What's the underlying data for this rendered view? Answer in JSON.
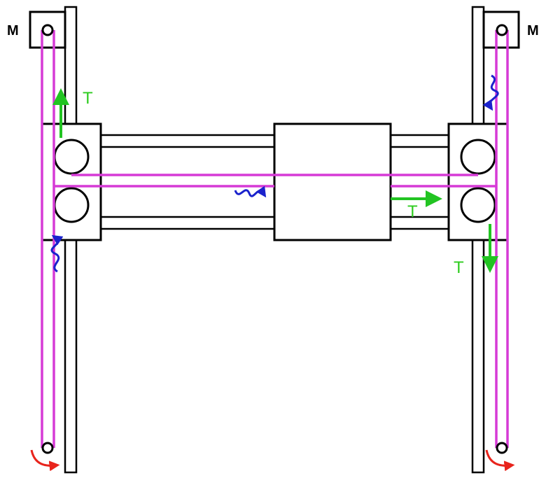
{
  "labels": {
    "motor_left": "M",
    "motor_right": "M",
    "tension_left": "T",
    "tension_center": "T",
    "tension_right": "T"
  },
  "colors": {
    "belt": "#d63ad6",
    "tension_arrow": "#22c422",
    "slack_arrow": "#1a22cc",
    "rotation_arrow": "#e8241c",
    "outline": "#000000",
    "fill": "#ffffff"
  }
}
